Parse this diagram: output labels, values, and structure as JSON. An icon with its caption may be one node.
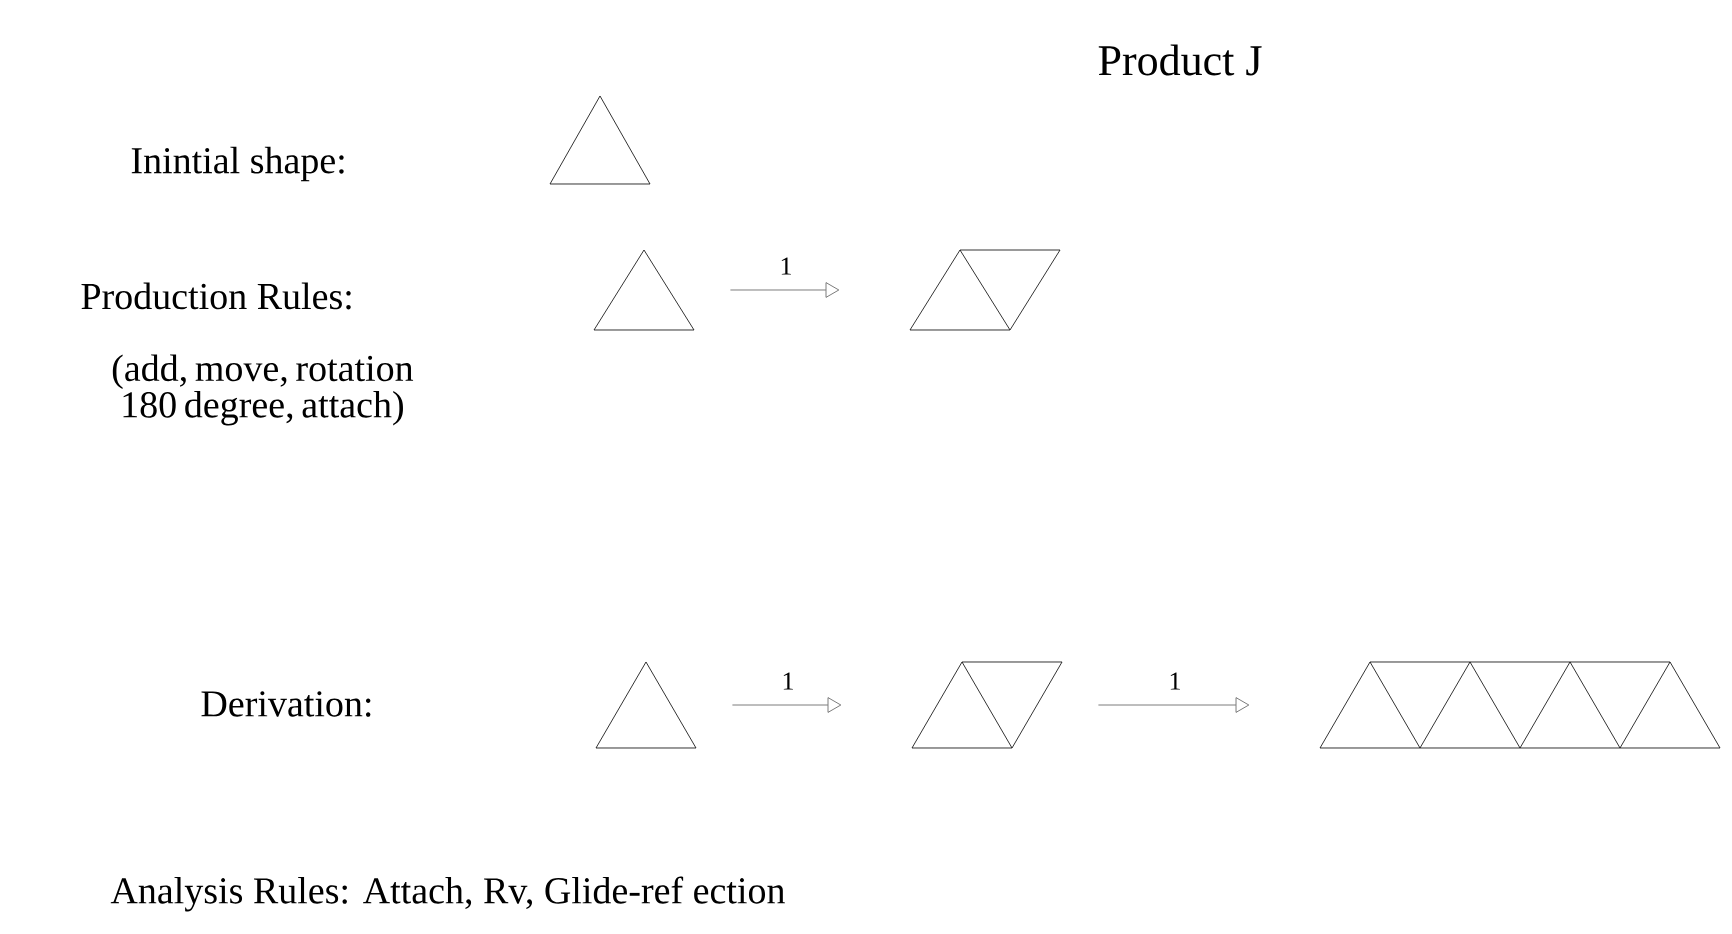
{
  "diagram": {
    "title": "Product J",
    "nodes": [
      {
        "text": [],
        "shape": "triangle"
      },
      {
        "text": [],
        "shape": "triangle"
      },
      {
        "text": [],
        "shape": "parallelogram"
      },
      {
        "text": [],
        "shape": "triangle"
      },
      {
        "text": [],
        "shape": "parallelogram"
      },
      {
        "text": [],
        "shape": "picture"
      }
    ],
    "edges": [
      {
        "from": 1,
        "to": 2,
        "arrow": "to",
        "label": "1"
      },
      {
        "from": 3,
        "to": 4,
        "arrow": "to",
        "label": "1"
      },
      {
        "from": 4,
        "to": 5,
        "arrow": "to",
        "label": "1"
      }
    ],
    "labels": [
      "Inintial shape:",
      "Production  Rules:",
      "(add, move, rotation 180 degree, attach)",
      "Derivation:",
      "Analysis Rules: Attach, Rv, Glide-ref ection"
    ]
  }
}
